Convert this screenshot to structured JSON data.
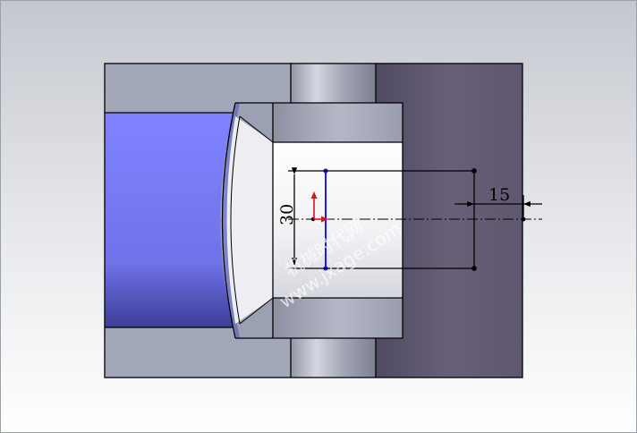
{
  "dimensions": {
    "height_label": "30",
    "offset_label": "15"
  },
  "watermark": {
    "line1": "机械时代网",
    "line2": "www.jxage.com"
  },
  "colors": {
    "background_top": "#c9ccd2",
    "background_bottom": "#ffffff",
    "part_gray": "#a3a8b8",
    "part_dark": "#615a72",
    "bore_blue": "#7b80ff",
    "sketch_line": "#1a1aff",
    "origin_red": "#e0101e",
    "dimension": "#000000"
  }
}
